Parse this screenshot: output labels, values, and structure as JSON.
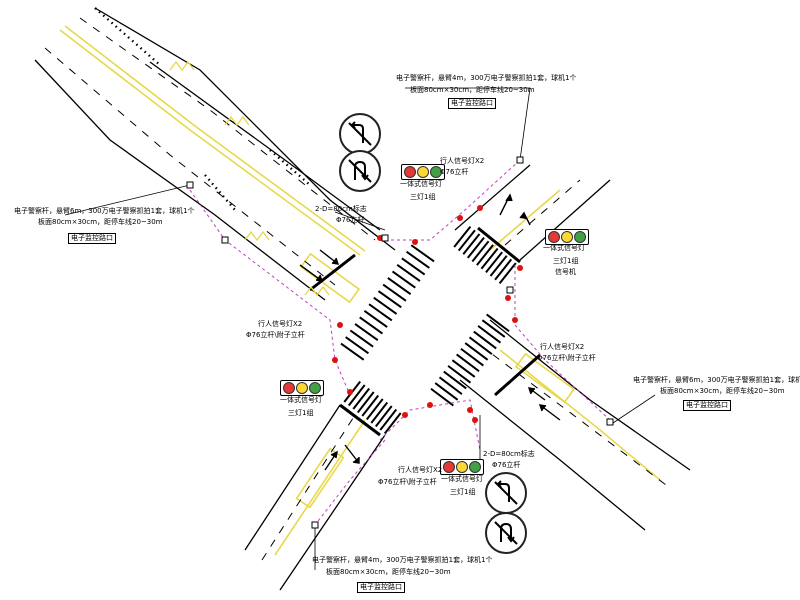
{
  "labels": {
    "camera_spec_6m": "电子警察杆，悬臂6m，300万电子警察抓拍1套，球机1个",
    "camera_spec_4m": "电子警察杆，悬臂4m，300万电子警察抓拍1套，球机1个",
    "board_spec": "板面80cm×30cm，距停车线20~30m",
    "camera_box": "电子监控路口",
    "signal_one": "一体式信号灯",
    "three_lamp": "三灯1组",
    "ped_signal": "行人信号灯X2",
    "pole_spec": "Φ76立杆\\附子立杆",
    "sign_size": "2-D=80cm标志",
    "sign_pole": "Φ76立杆",
    "signal_controller": "信号机"
  },
  "colors": {
    "yellow_line": "#e8d84a",
    "stop_line": "#000000",
    "cable": "#c040c0",
    "device": "#e01010",
    "lamp_red": "#e53935",
    "lamp_yellow": "#fdd835",
    "lamp_green": "#43a047"
  },
  "icons": {
    "no_left_turn": "no-left-turn-sign-icon",
    "no_u_turn": "no-u-turn-sign-icon",
    "traffic_light": "traffic-light-icon",
    "camera": "camera-icon"
  }
}
